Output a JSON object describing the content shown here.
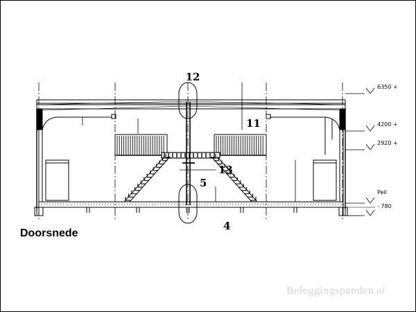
{
  "caption": "Doorsnede",
  "watermark": {
    "main": "Beleggingspanden",
    "tld": ".nl"
  },
  "labels": {
    "n12": "12",
    "n11": "11",
    "n13": "13",
    "n5": "5",
    "n4": "4"
  },
  "elevations": {
    "e6350": "6350 +",
    "e4200": "4200 +",
    "e2920": "2920 +",
    "peil": "Peil",
    "e780": "- 780"
  }
}
